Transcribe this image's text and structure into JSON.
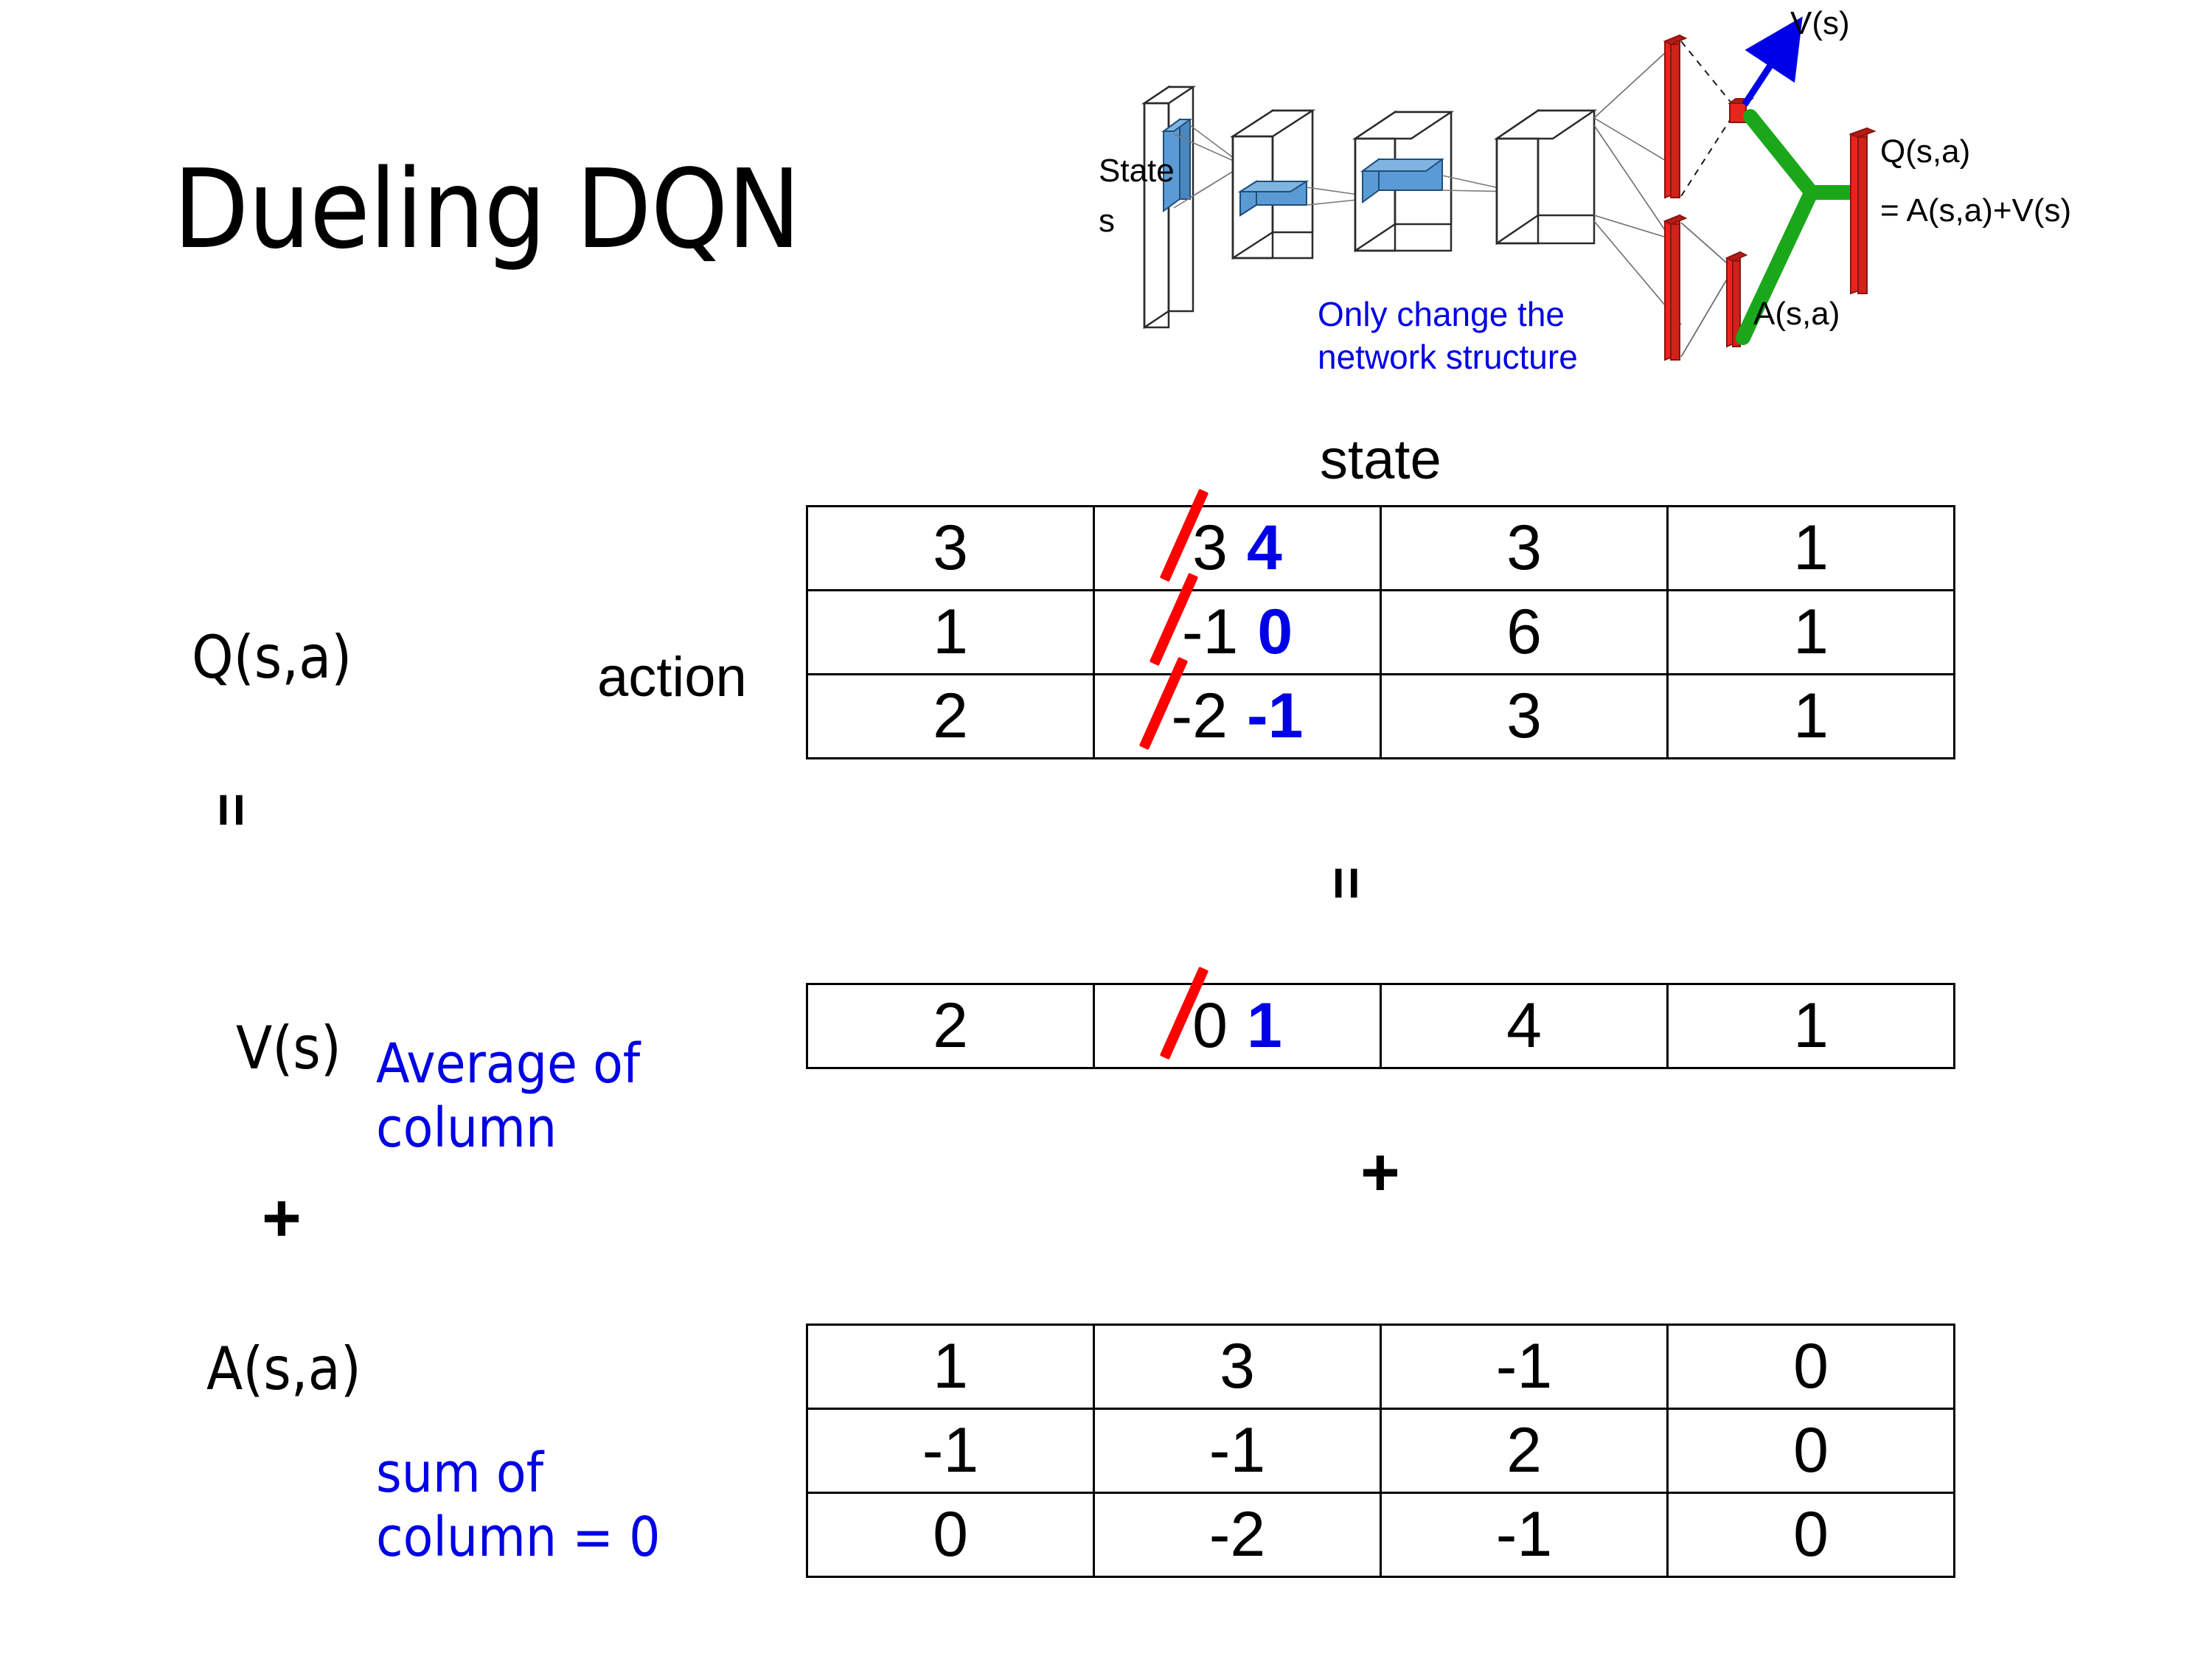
{
  "slide": {
    "title": "Dueling DQN"
  },
  "diagram": {
    "state_label_line1": "State",
    "state_label_line2": "s",
    "v_label": "V(s)",
    "a_label": "A(s,a)",
    "q_label_line1": "Q(s,a)",
    "q_label_line2": "= A(s,a)+V(s)",
    "note": "Only change the\nnetwork structure",
    "colors": {
      "note_blue": "#0000E6",
      "arrow_blue": "#0000E6",
      "bar_red": "#E8241C",
      "merge_green": "#1AA81A",
      "layer_blue": "#5B9BD5"
    }
  },
  "labels": {
    "state_axis": "state",
    "action_axis": "action",
    "q": "Q(s,a)",
    "v": "V(s)",
    "a": "A(s,a)",
    "equals": "=",
    "plus": "+"
  },
  "notes": {
    "average": "Average of\ncolumn",
    "sum": "sum of\ncolumn = 0",
    "blue": "#0000E6",
    "strike_red": "#FF0000"
  },
  "chart_data": {
    "type": "table",
    "title": "Dueling DQN decomposition Q(s,a) = V(s) + A(s,a)",
    "xlabel": "state",
    "ylabel": "action",
    "tables": [
      {
        "name": "Q(s,a)",
        "rows": 3,
        "cols": 4,
        "values": [
          [
            "3",
            "3",
            "3",
            "1"
          ],
          [
            "1",
            "-1",
            "6",
            "1"
          ],
          [
            "2",
            "-2",
            "3",
            "1"
          ]
        ],
        "edits": [
          {
            "row": 0,
            "col": 1,
            "old": "3",
            "new": "4"
          },
          {
            "row": 1,
            "col": 1,
            "old": "-1",
            "new": "0"
          },
          {
            "row": 2,
            "col": 1,
            "old": "-2",
            "new": "-1"
          }
        ]
      },
      {
        "name": "V(s)",
        "rows": 1,
        "cols": 4,
        "values": [
          [
            "2",
            "0",
            "4",
            "1"
          ]
        ],
        "edits": [
          {
            "row": 0,
            "col": 1,
            "old": "0",
            "new": "1"
          }
        ]
      },
      {
        "name": "A(s,a)",
        "rows": 3,
        "cols": 4,
        "values": [
          [
            "1",
            "3",
            "-1",
            "0"
          ],
          [
            "-1",
            "-1",
            "2",
            "0"
          ],
          [
            "0",
            "-2",
            "-1",
            "0"
          ]
        ],
        "edits": []
      }
    ]
  }
}
